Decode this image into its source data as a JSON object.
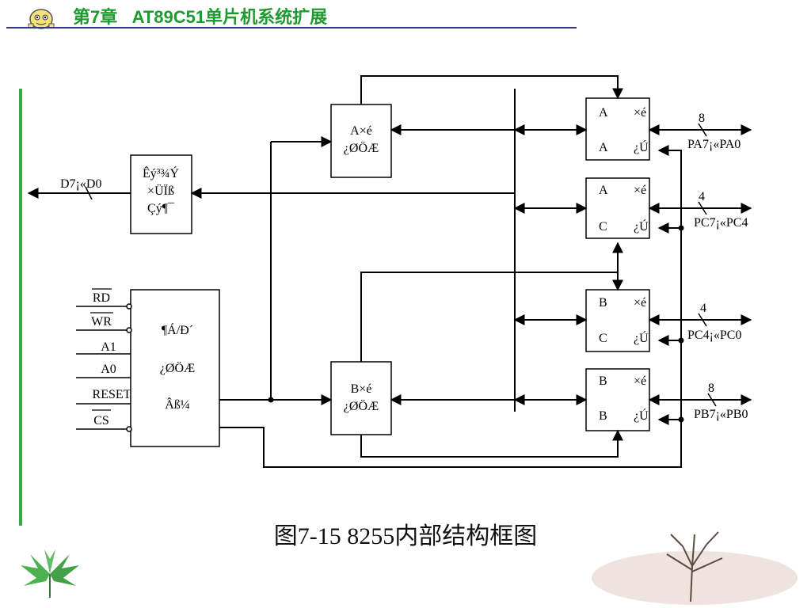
{
  "header": {
    "title": "第7章   AT89C51单片机系统扩展"
  },
  "diagram": {
    "data_bus_label": "D7¡«D0",
    "buffer_block": [
      "Êý³¾Ý",
      "×ÜÏß",
      "Çý¶¯"
    ],
    "control_block": [
      "¶Á/Ð´",
      "¿ØÖÆ",
      "Âß¼­"
    ],
    "group_a_ctrl": [
      "A×é",
      "¿ØÖÆ"
    ],
    "group_b_ctrl": [
      "B×é",
      "¿ØÖÆ"
    ],
    "port_a": {
      "name": "A",
      "suffix1": "×é",
      "sub": "A",
      "suffix2": "¿Ú",
      "width": "8",
      "label": "PA7¡«PA0"
    },
    "port_c_upper": {
      "name": "A",
      "suffix1": "×é",
      "sub": "C",
      "suffix2": "¿Ú",
      "width": "4",
      "label": "PC7¡«PC4"
    },
    "port_c_lower": {
      "name": "B",
      "suffix1": "×é",
      "sub": "C",
      "suffix2": "¿Ú",
      "width": "4",
      "label": "PC4¡«PC0"
    },
    "port_b": {
      "name": "B",
      "suffix1": "×é",
      "sub": "B",
      "suffix2": "¿Ú",
      "width": "8",
      "label": "PB7¡«PB0"
    },
    "control_signals": [
      "RD",
      "WR",
      "A1",
      "A0",
      "RESET",
      "CS"
    ]
  },
  "caption": "图7-15  8255内部结构框图"
}
